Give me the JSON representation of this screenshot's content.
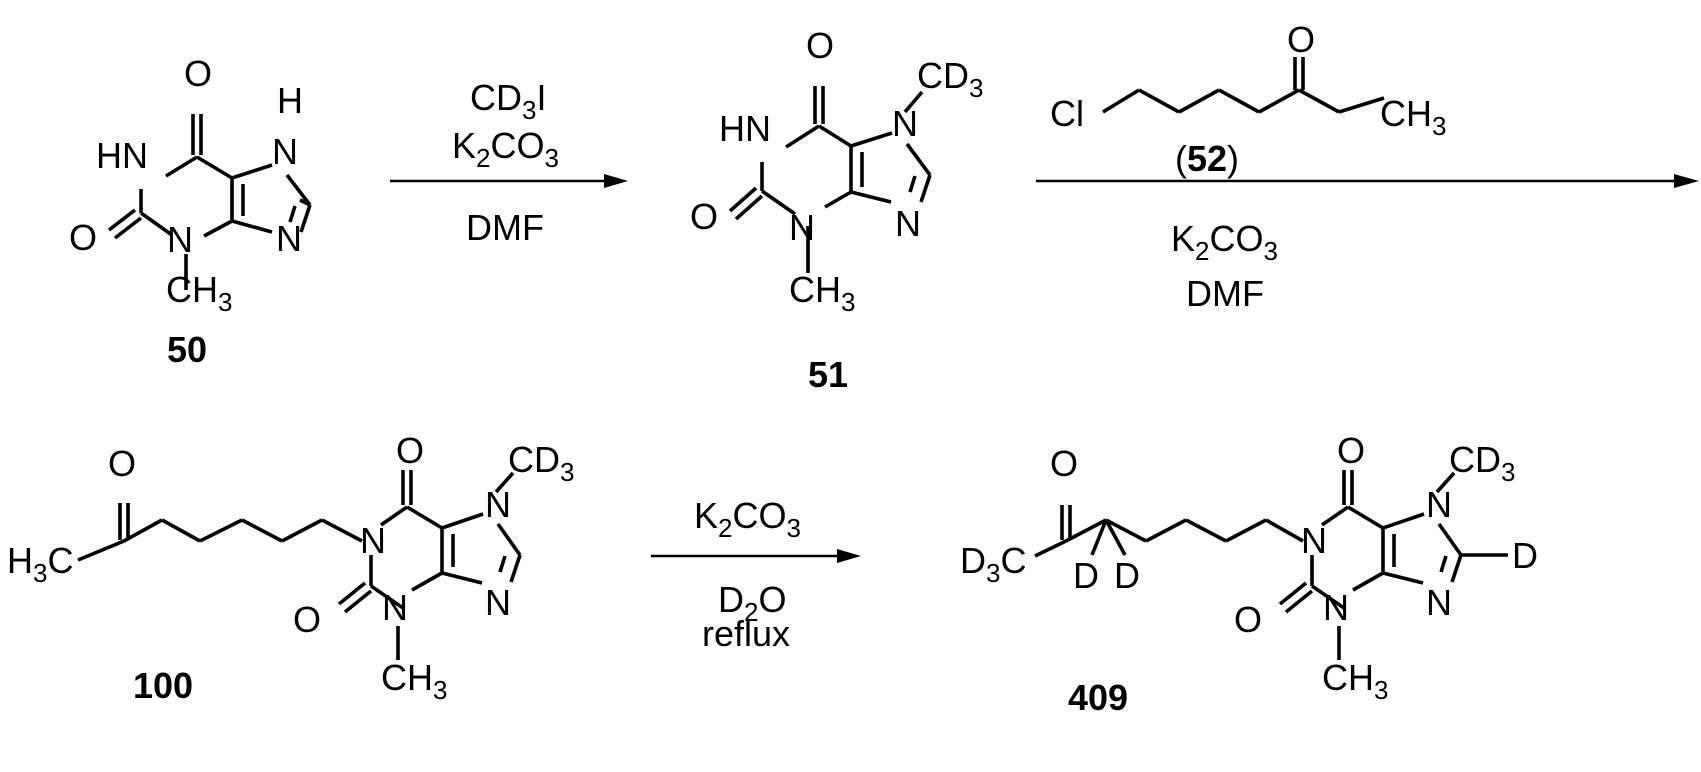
{
  "compounds": {
    "c50": {
      "id": "50",
      "atoms": {
        "o6": "O",
        "nh1": "HN",
        "nh7": "H",
        "n7": "N",
        "o2": "O",
        "n3": "N",
        "ch3": "CH",
        "ch3_sub": "3",
        "n9": "N"
      }
    },
    "c51": {
      "id": "51",
      "atoms": {
        "o6": "O",
        "nh1": "HN",
        "o2": "O",
        "n3": "N",
        "ch3": "CH",
        "ch3_sub": "3",
        "n9": "N",
        "n7": "N",
        "cd3": "CD",
        "cd3_sub": "3"
      }
    },
    "c52": {
      "id": "52",
      "atoms": {
        "cl": "Cl",
        "o": "O",
        "ch3": "CH",
        "ch3_sub": "3"
      }
    },
    "c100": {
      "id": "100",
      "atoms": {
        "o_ketone": "O",
        "h3c": "H",
        "h3c_sub": "3",
        "h3c_c": "C",
        "o6": "O",
        "n1": "N",
        "n7": "N",
        "cd3": "CD",
        "cd3_sub": "3",
        "o2": "O",
        "n3": "N",
        "ch3": "CH",
        "ch3_sub": "3",
        "n9": "N"
      }
    },
    "c409": {
      "id": "409",
      "atoms": {
        "o_ketone": "O",
        "d3c": "D",
        "d3c_sub": "3",
        "d3c_c": "C",
        "d_a": "D",
        "d_b": "D",
        "o6": "O",
        "n1": "N",
        "n7": "N",
        "cd3": "CD",
        "cd3_sub": "3",
        "o2": "O",
        "n3": "N",
        "ch3": "CH",
        "ch3_sub": "3",
        "n9": "N",
        "d8": "D"
      }
    }
  },
  "reactions": {
    "r1": {
      "reagent1": "CD",
      "reagent1_sub": "3",
      "reagent1_tail": "I",
      "reagent2": "K",
      "reagent2_sub1": "2",
      "reagent2_mid": "CO",
      "reagent2_sub2": "3",
      "solvent": "DMF"
    },
    "r2": {
      "reagent_paren_open": "(",
      "reagent_paren_close": ")",
      "base": "K",
      "base_sub1": "2",
      "base_mid": "CO",
      "base_sub2": "3",
      "solvent": "DMF"
    },
    "r3": {
      "base": "K",
      "base_sub1": "2",
      "base_mid": "CO",
      "base_sub2": "3",
      "solvent": "D",
      "solvent_sub": "2",
      "solvent_tail": "O",
      "condition": "reflux"
    }
  }
}
